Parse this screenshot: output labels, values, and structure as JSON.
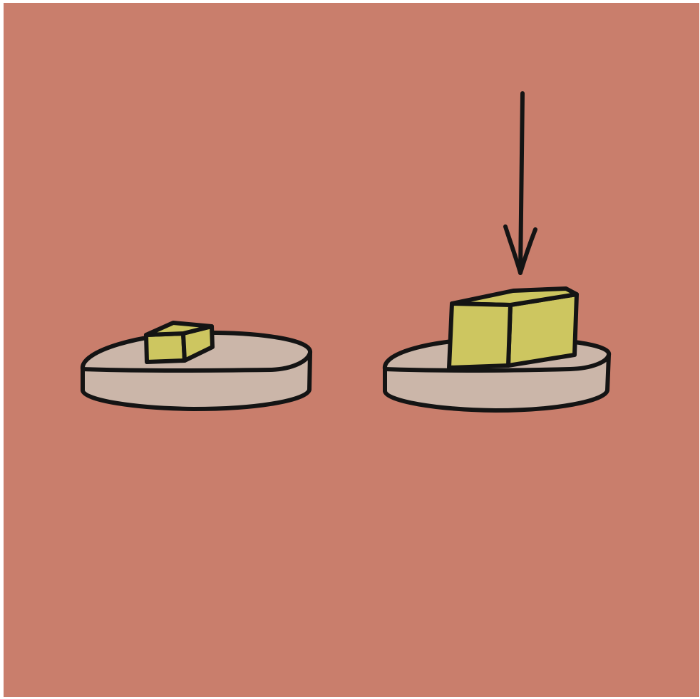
{
  "colors": {
    "background": "#c97e6c",
    "frame": "#ffffff",
    "plate_fill": "#cbb6a9",
    "block_fill": "#cdc660",
    "outline": "#141414"
  },
  "objects": [
    {
      "name": "left-plate",
      "icon": "plate-with-small-block"
    },
    {
      "name": "right-plate",
      "icon": "plate-with-large-block"
    },
    {
      "name": "down-arrow",
      "icon": "arrow-down-icon"
    }
  ]
}
